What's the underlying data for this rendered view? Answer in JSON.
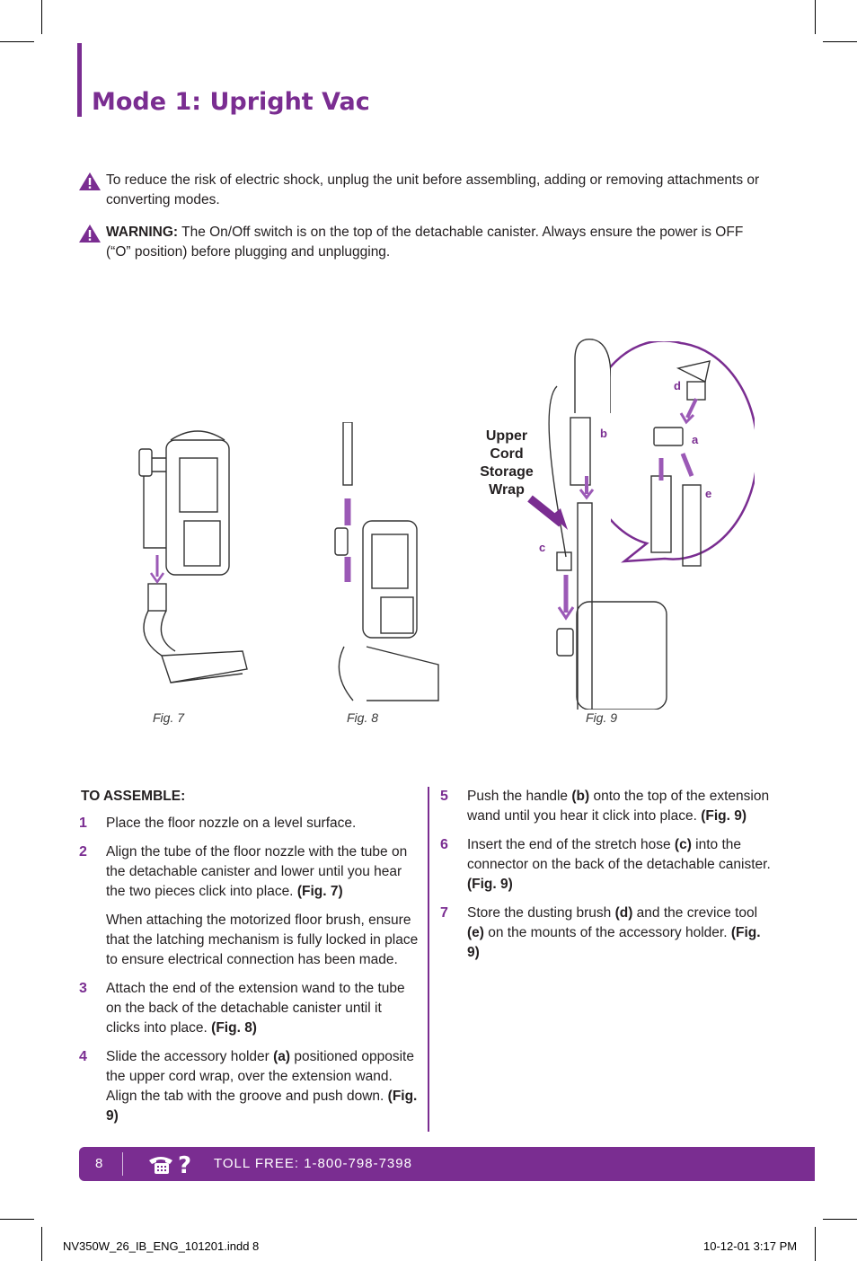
{
  "page": {
    "title": "Mode 1: Upright Vac",
    "warnings": [
      {
        "prefix": "",
        "text": "To reduce the risk of electric shock, unplug the unit before assembling, adding or removing attachments or converting modes."
      },
      {
        "prefix": "WARNING:",
        "text": " The On/Off switch is on the top of the detachable canister. Always ensure the power is OFF (“O” position) before plugging and unplugging."
      }
    ]
  },
  "figures": {
    "fig7": "Fig. 7",
    "fig8": "Fig. 8",
    "fig9": "Fig. 9",
    "callout_lines": [
      "Upper",
      "Cord",
      "Storage",
      "Wrap"
    ],
    "letters": {
      "a": "a",
      "b": "b",
      "c": "c",
      "d": "d",
      "e": "e"
    }
  },
  "assemble": {
    "heading": "TO ASSEMBLE:",
    "steps": [
      {
        "num": "1",
        "parts": [
          {
            "t": "Place the floor nozzle on a level surface."
          }
        ]
      },
      {
        "num": "2",
        "parts": [
          {
            "t": "Align the tube of the floor nozzle with the tube on the detachable canister and lower until you hear the two pieces click into place.  "
          },
          {
            "b": "(Fig. 7)"
          }
        ]
      },
      {
        "num": "",
        "parts": [
          {
            "t": "When attaching the motorized floor brush, ensure that the latching mechanism is fully locked in place to ensure electrical connection has been made."
          }
        ]
      },
      {
        "num": "3",
        "parts": [
          {
            "t": "Attach the end of the extension wand to the tube on the back of the detachable canister until it clicks into place.  "
          },
          {
            "b": "(Fig. 8)"
          }
        ]
      },
      {
        "num": "4",
        "parts": [
          {
            "t": "Slide the accessory holder "
          },
          {
            "b": "(a)"
          },
          {
            "t": " positioned opposite the upper cord wrap, over the extension wand. Align the tab with the groove and push down. "
          },
          {
            "b": "(Fig. 9)"
          }
        ]
      },
      {
        "num": "5",
        "parts": [
          {
            "t": "Push the handle "
          },
          {
            "b": "(b)"
          },
          {
            "t": " onto the top of the extension wand until you hear it click into place.  "
          },
          {
            "b": "(Fig. 9)"
          }
        ]
      },
      {
        "num": "6",
        "parts": [
          {
            "t": "Insert the end of the stretch hose "
          },
          {
            "b": "(c)"
          },
          {
            "t": " into the connector on the back of the detachable canister. "
          },
          {
            "b": "(Fig. 9)"
          }
        ]
      },
      {
        "num": "7",
        "parts": [
          {
            "t": "Store the dusting brush "
          },
          {
            "b": "(d)"
          },
          {
            "t": " and the crevice tool "
          },
          {
            "b": "(e)"
          },
          {
            "t": " on the mounts of the accessory holder. "
          },
          {
            "b": "(Fig. 9)"
          }
        ]
      }
    ]
  },
  "footer": {
    "page_number": "8",
    "help_symbol": "?",
    "toll_free": "TOLL FREE: 1-800-798-7398"
  },
  "slug": {
    "file": "NV350W_26_IB_ENG_101201.indd   8",
    "date": "10-12-01   3:17 PM"
  },
  "colors": {
    "accent": "#7a2d91",
    "arrow": "#9b59b6"
  }
}
